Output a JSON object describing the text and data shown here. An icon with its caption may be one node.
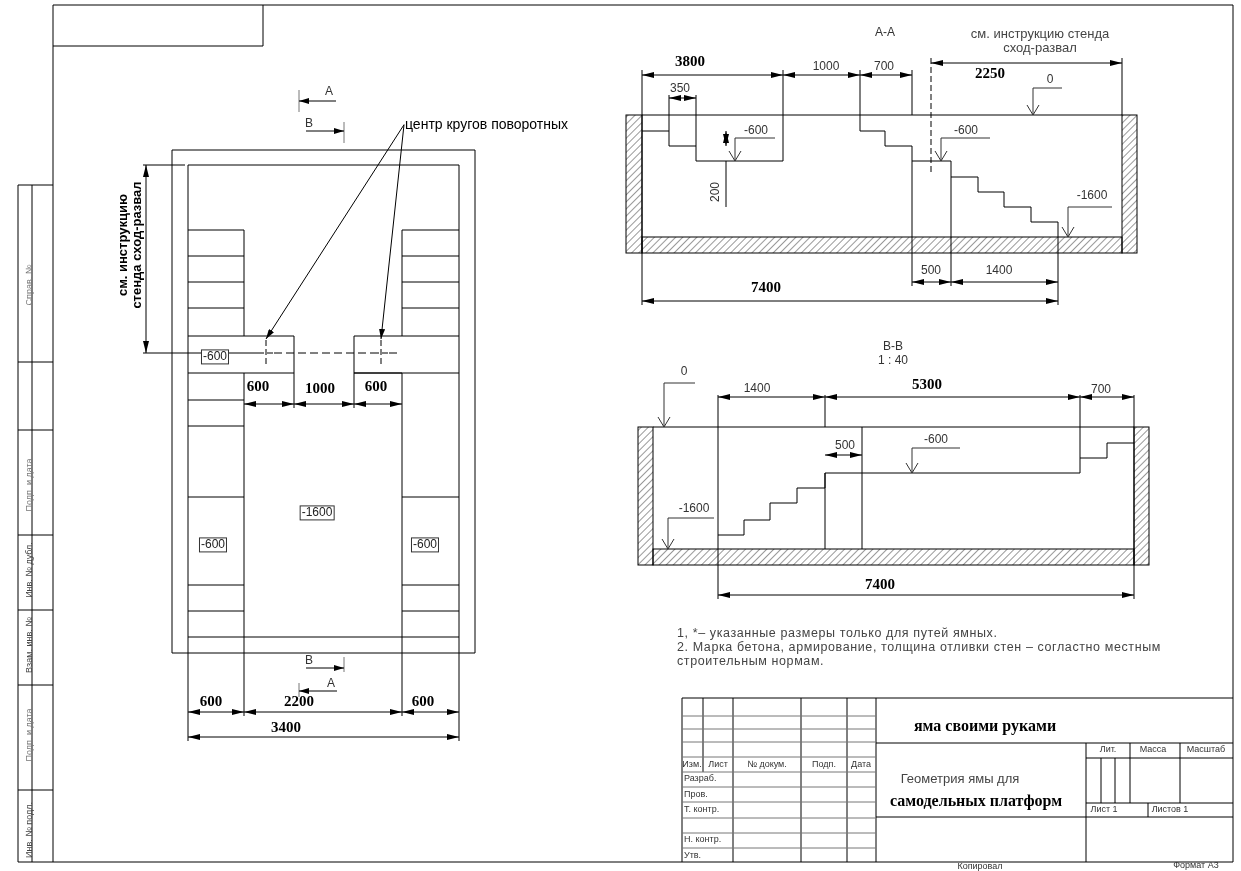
{
  "diagram": {
    "nodes": [
      {
        "text": [
          "центр кругов поворотных"
        ]
      },
      {
        "text": [],
        "shape": "cross"
      },
      {
        "text": [],
        "shape": "cross"
      }
    ],
    "edges": [
      {
        "from": 0,
        "to": 1,
        "arrow": "to"
      },
      {
        "from": 0,
        "to": 2,
        "arrow": "to"
      }
    ],
    "labels": [
      "А",
      "В",
      "см. инструкцию стенда сход-развал",
      "-600",
      "600",
      "1000",
      "600",
      "-1600",
      "-600",
      "-600",
      "В",
      "А",
      "600",
      "2200",
      "600",
      "3400",
      "Справ. №",
      "Подп. и дата",
      "Инв. № дубл.",
      "Взам. инв. №",
      "Подп. и дата",
      "Инв. № подл.",
      "А-А",
      "см. инструкцию стенда сход-развал",
      "3800",
      "1000",
      "700",
      "2250",
      "0",
      "350",
      "-600",
      "-600",
      "200",
      "-1600",
      "500",
      "1400",
      "7400",
      "В-В",
      "1 : 40",
      "0",
      "1400",
      "5300",
      "700",
      "500",
      "-600",
      "-1600",
      "7400",
      "1, *– указанные размеры только для путей ямных.",
      "2. Марка бетона, армирование, толщина отливки стен – согластно местным строительным нормам.",
      "яма своими руками",
      "Изм.",
      "Лист",
      "№ докум.",
      "Подп.",
      "Дата",
      "Лит.",
      "Масса",
      "Масштаб",
      "Разраб.",
      "Геометрия ямы для",
      "Пров.",
      "самодельных платформ",
      "Т. контр.",
      "Лист 1",
      "Листов 1",
      "Н. контр.",
      "Утв.",
      "Копировал",
      "Формат А3"
    ]
  }
}
